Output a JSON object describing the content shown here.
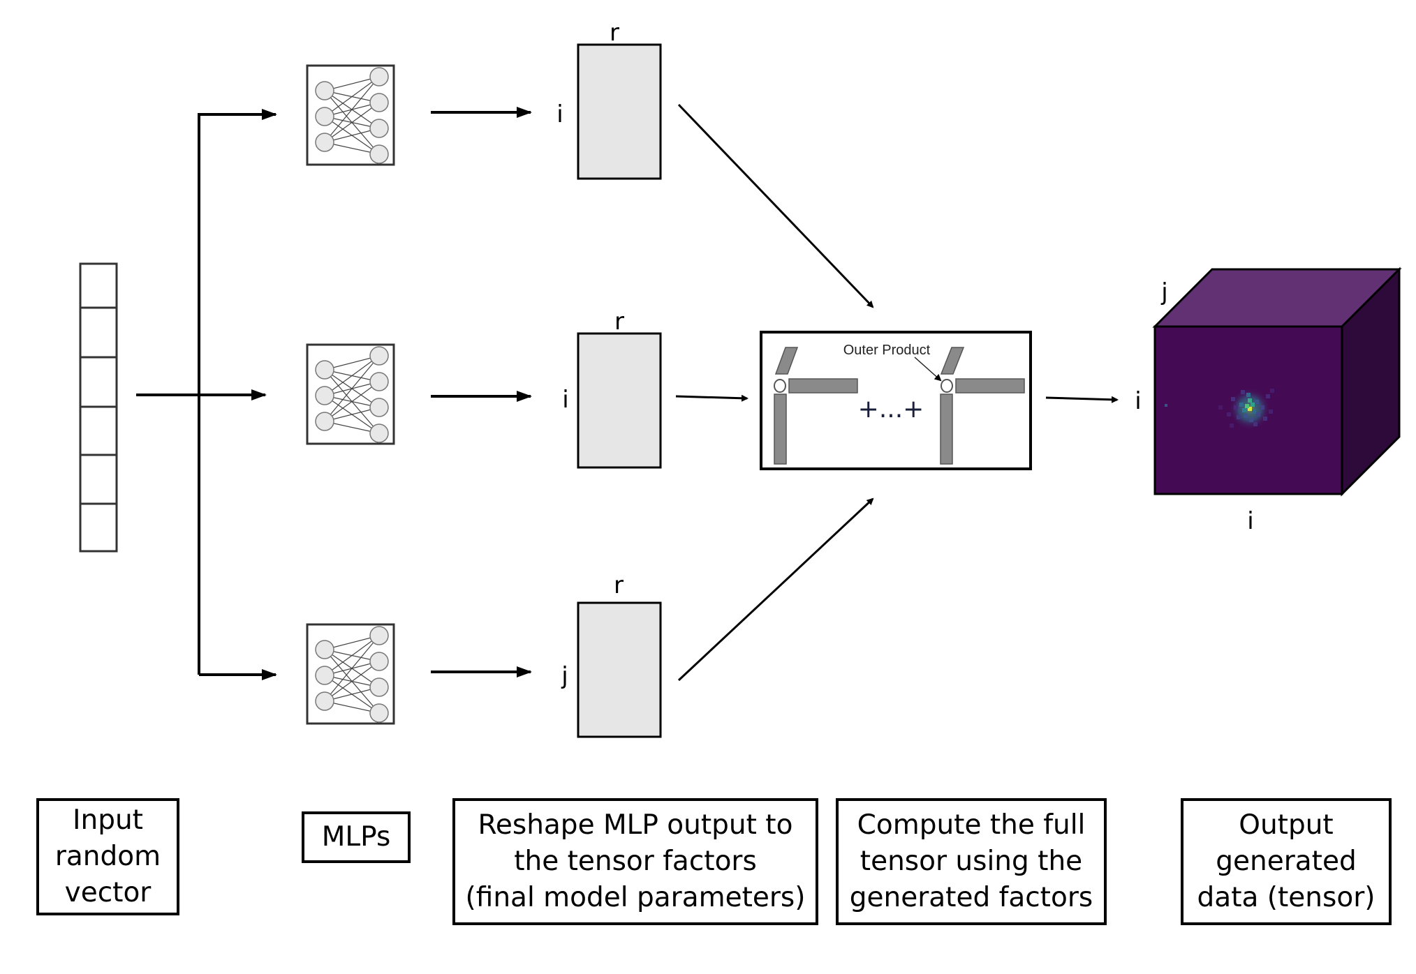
{
  "factors": [
    {
      "top": "r",
      "side": "i"
    },
    {
      "top": "r",
      "side": "i"
    },
    {
      "top": "r",
      "side": "j"
    }
  ],
  "outer_product": {
    "label": "Outer Product",
    "sum": "+...+"
  },
  "tensor": {
    "top_label": "j",
    "side_label": "i",
    "bottom_label": "i",
    "face_color": "#440b54",
    "top_color": "#613174",
    "side_color": "#2d0a3a"
  },
  "captions": {
    "input": "Input\nrandom\nvector",
    "mlps": "MLPs",
    "reshape": "Reshape MLP output to\nthe tensor factors\n(final model parameters)",
    "compute": "Compute the full\ntensor using the\ngenerated factors",
    "output": "Output\ngenerated\ndata (tensor)"
  }
}
